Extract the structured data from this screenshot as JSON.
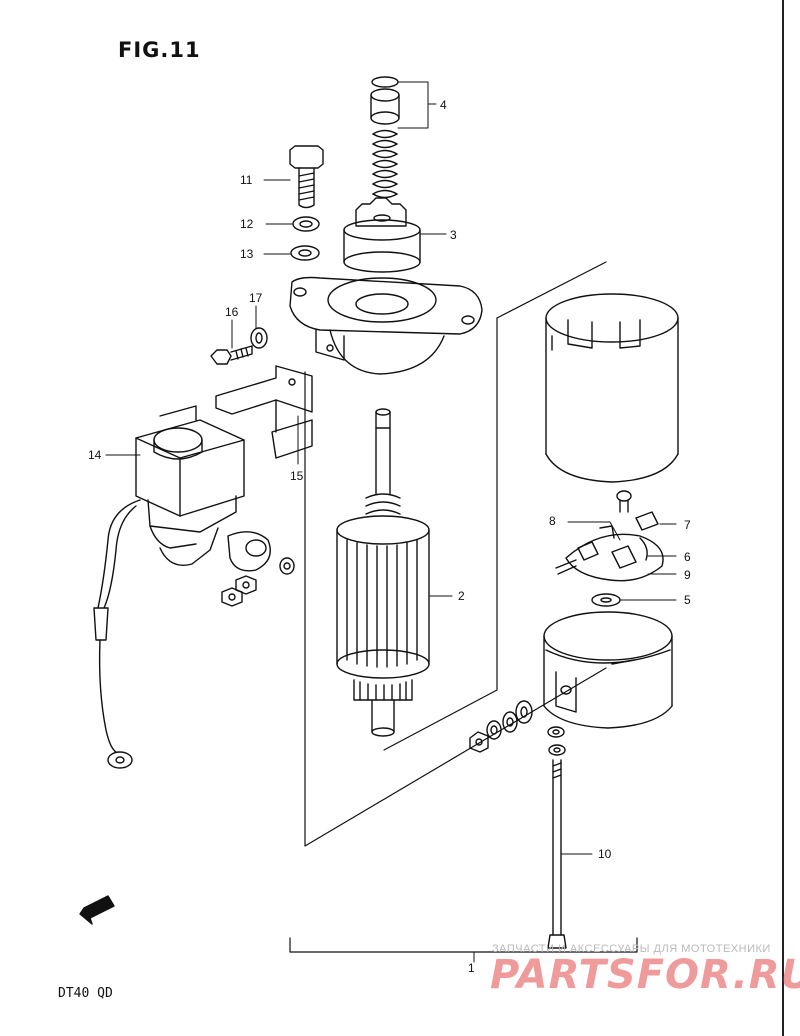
{
  "figure": {
    "title": "FIG.11",
    "model": "DT40  QD",
    "fwd_badge": "FWD"
  },
  "callouts": [
    "1",
    "2",
    "3",
    "4",
    "5",
    "6",
    "7",
    "8",
    "9",
    "10",
    "11",
    "12",
    "13",
    "14",
    "15",
    "16",
    "17"
  ],
  "watermark": {
    "caption": "ЗАПЧАСТИ И АКСЕССУАРЫ ДЛЯ МОТОТЕХНИКИ",
    "brand": "PARTSFOR.RU"
  }
}
